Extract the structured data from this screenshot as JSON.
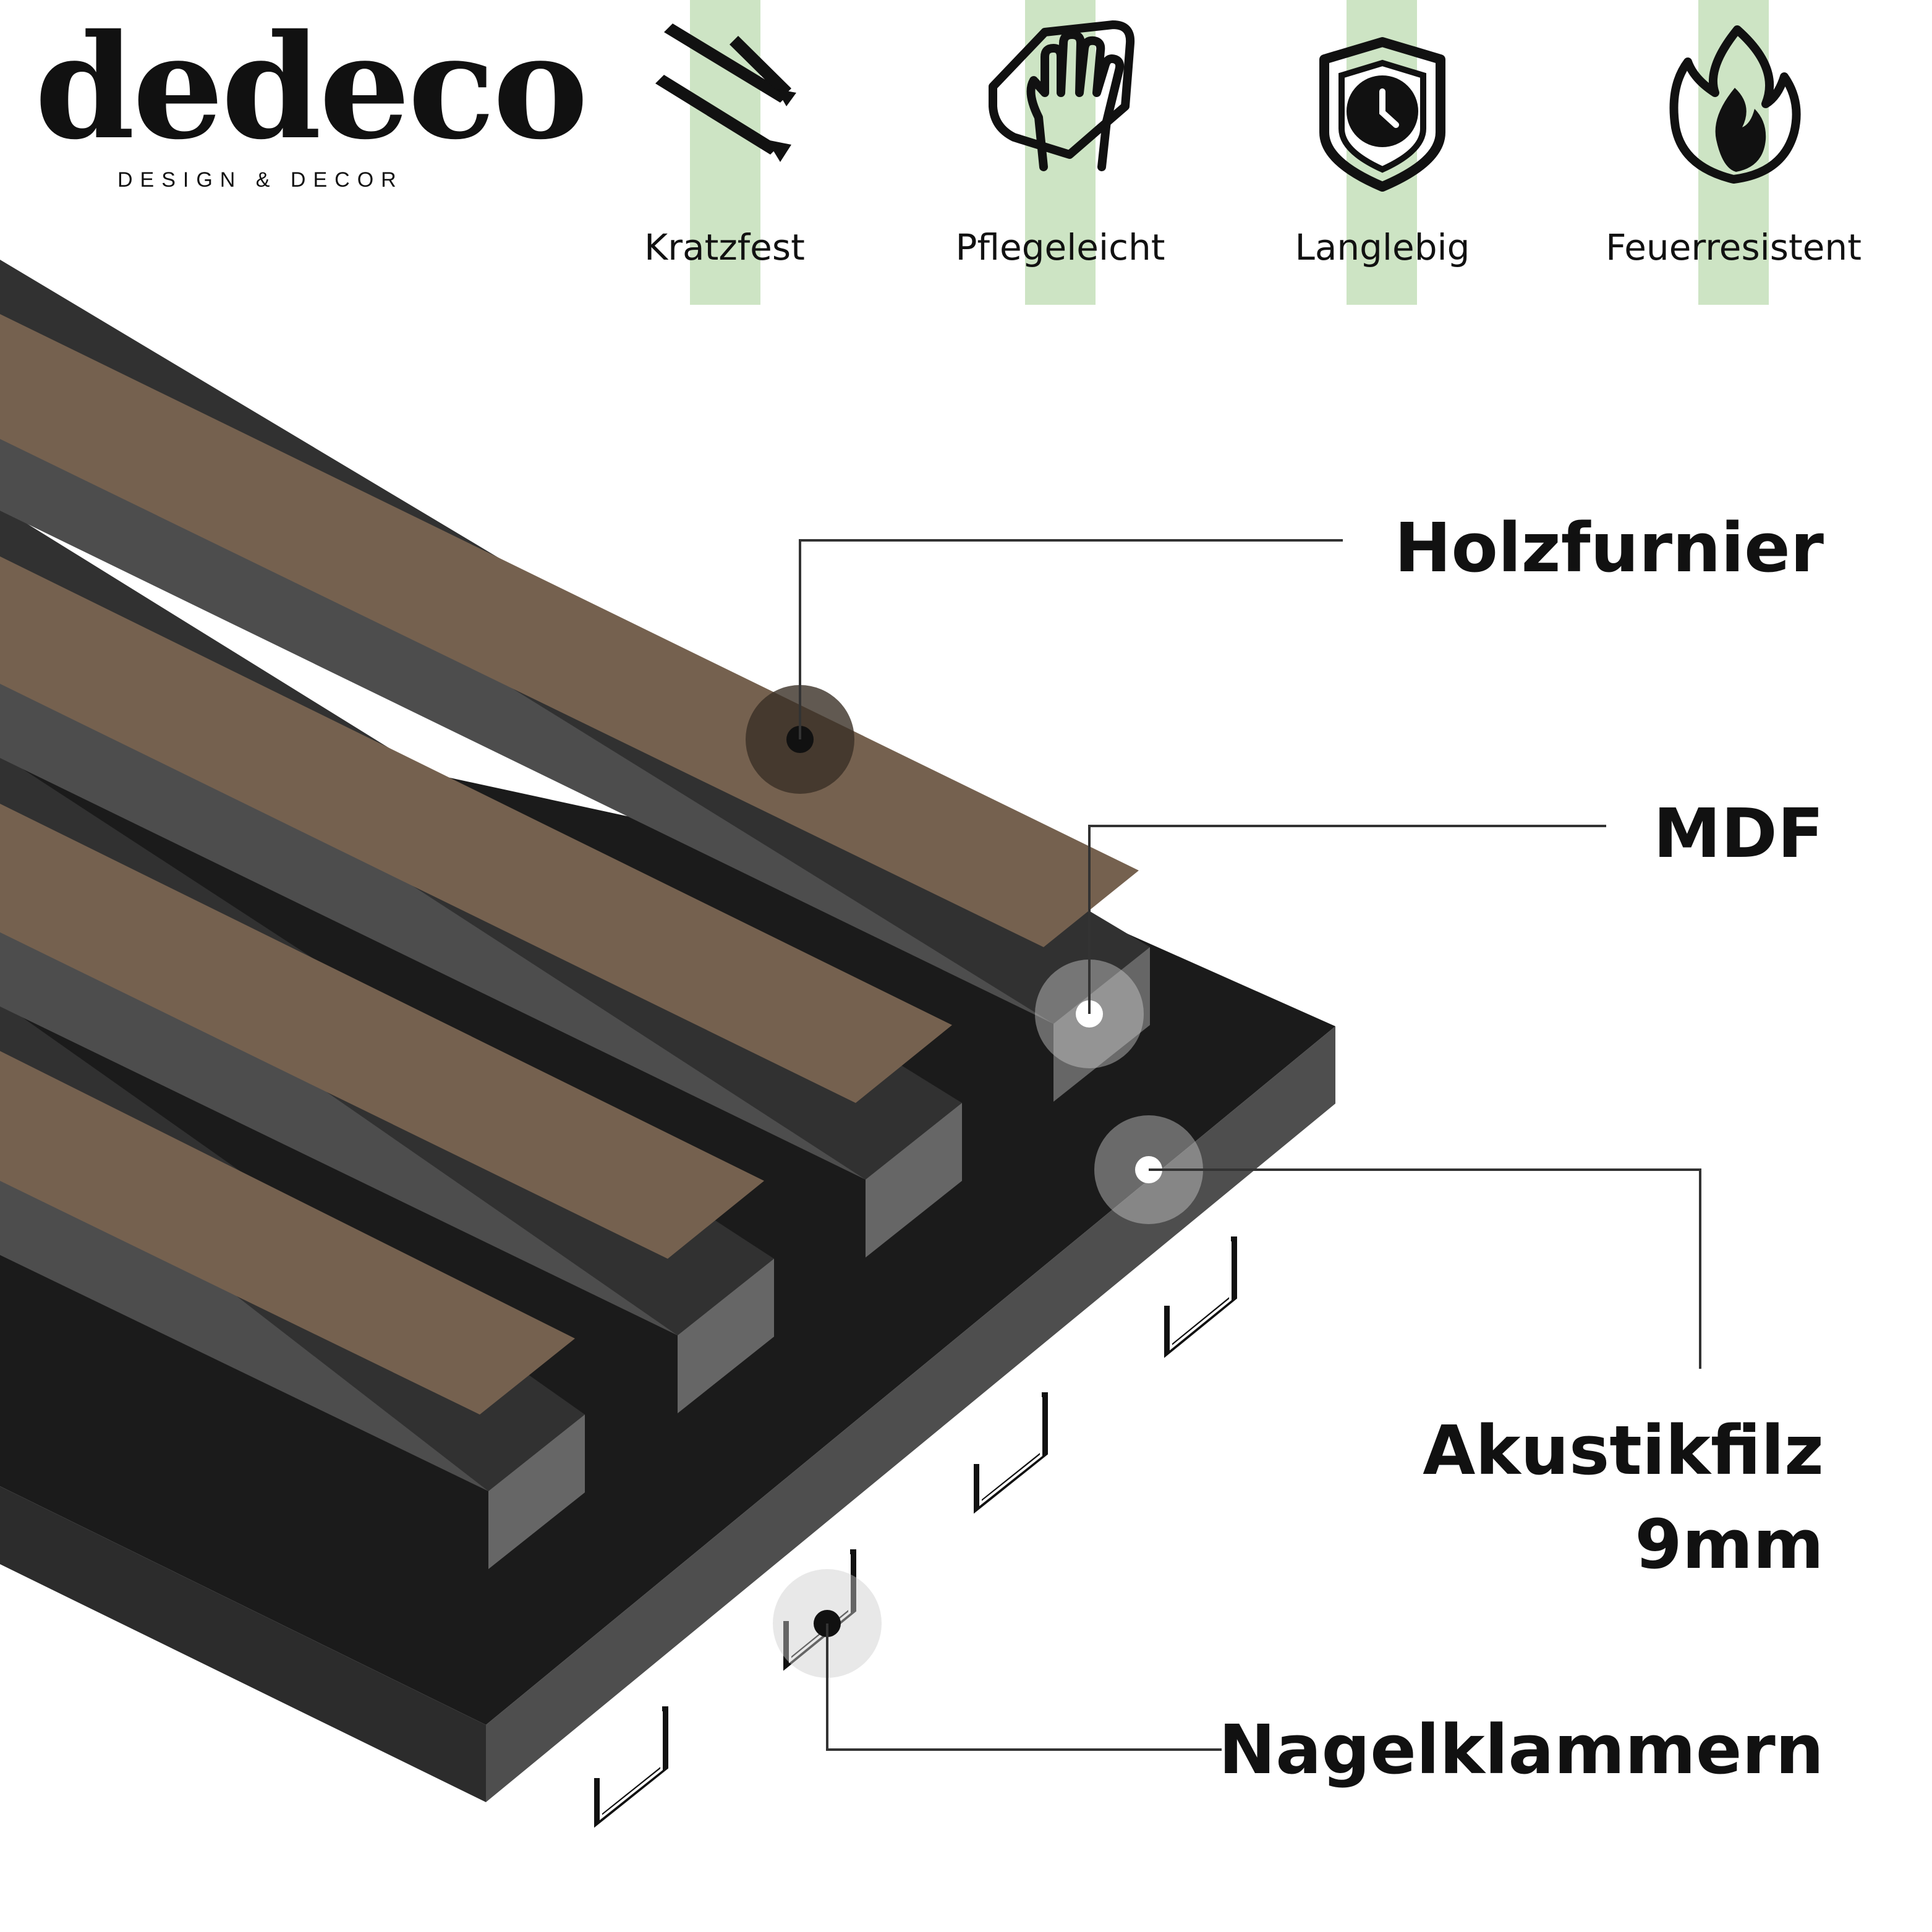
{
  "brand": {
    "name": "dedeco",
    "tagline": "DESIGN & DECOR"
  },
  "features": [
    {
      "label": "Kratzfest",
      "icon": "scratch-marks-icon"
    },
    {
      "label": "Pflegeleicht",
      "icon": "wiping-hand-icon"
    },
    {
      "label": "Langlebig",
      "icon": "shield-clock-icon"
    },
    {
      "label": "Feuerresistent",
      "icon": "flame-icon"
    }
  ],
  "callouts": {
    "veneer": "Holzfurnier",
    "mdf": "MDF",
    "felt_line1": "Akustikfilz",
    "felt_line2": "9mm",
    "staples": "Nagelklammern"
  },
  "colors": {
    "veneer": "#75614f",
    "mdf_side": "#4d4d4d",
    "mdf_dark": "#313131",
    "mdf_end": "#666666",
    "felt_top": "#1b1b1b",
    "felt_front": "#2c2c2c",
    "felt_end": "#4e4e4e",
    "accent_stripe": "#cde4c4",
    "text": "#111111"
  }
}
